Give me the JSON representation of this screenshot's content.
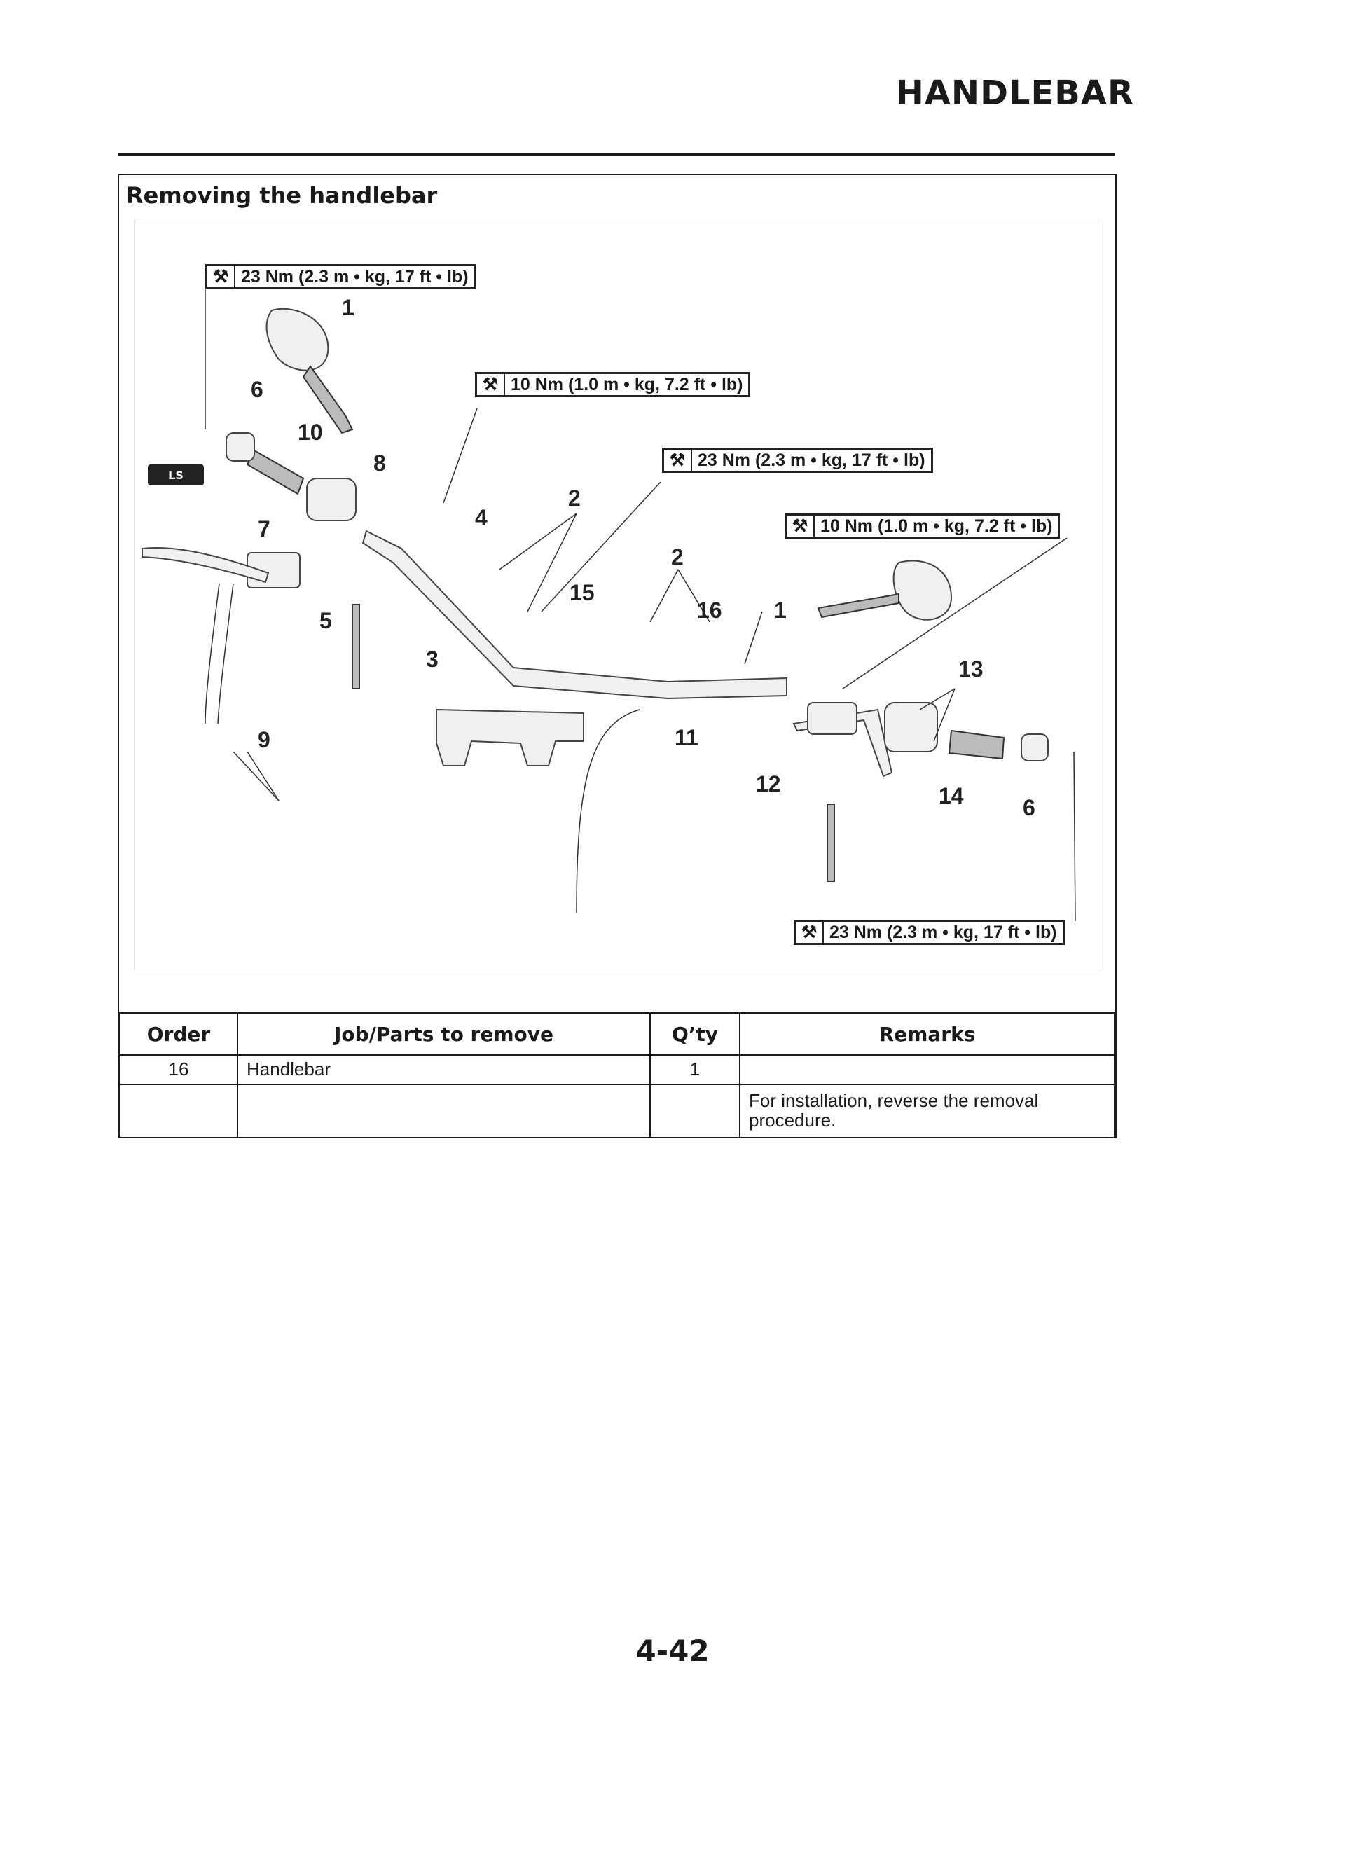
{
  "header": {
    "title": "HANDLEBAR"
  },
  "section": {
    "title": "Removing the handlebar"
  },
  "figure": {
    "torque_specs": [
      "23 Nm (2.3 m • kg, 17 ft • lb)",
      "10 Nm (1.0 m • kg, 7.2 ft • lb)",
      "23 Nm (2.3 m • kg, 17 ft • lb)",
      "10 Nm (1.0 m • kg, 7.2 ft • lb)",
      "23 Nm (2.3 m • kg, 17 ft • lb)"
    ],
    "ls_mark": "LS",
    "callouts": [
      "1",
      "6",
      "10",
      "8",
      "4",
      "7",
      "2",
      "15",
      "2",
      "16",
      "1",
      "5",
      "3",
      "9",
      "13",
      "11",
      "12",
      "14",
      "6"
    ]
  },
  "table": {
    "headers": [
      "Order",
      "Job/Parts to remove",
      "Q’ty",
      "Remarks"
    ],
    "rows": [
      [
        "16",
        "Handlebar",
        "1",
        ""
      ],
      [
        "",
        "",
        "",
        "For installation, reverse the removal procedure."
      ]
    ]
  },
  "footer": {
    "page_number": "4-42"
  }
}
